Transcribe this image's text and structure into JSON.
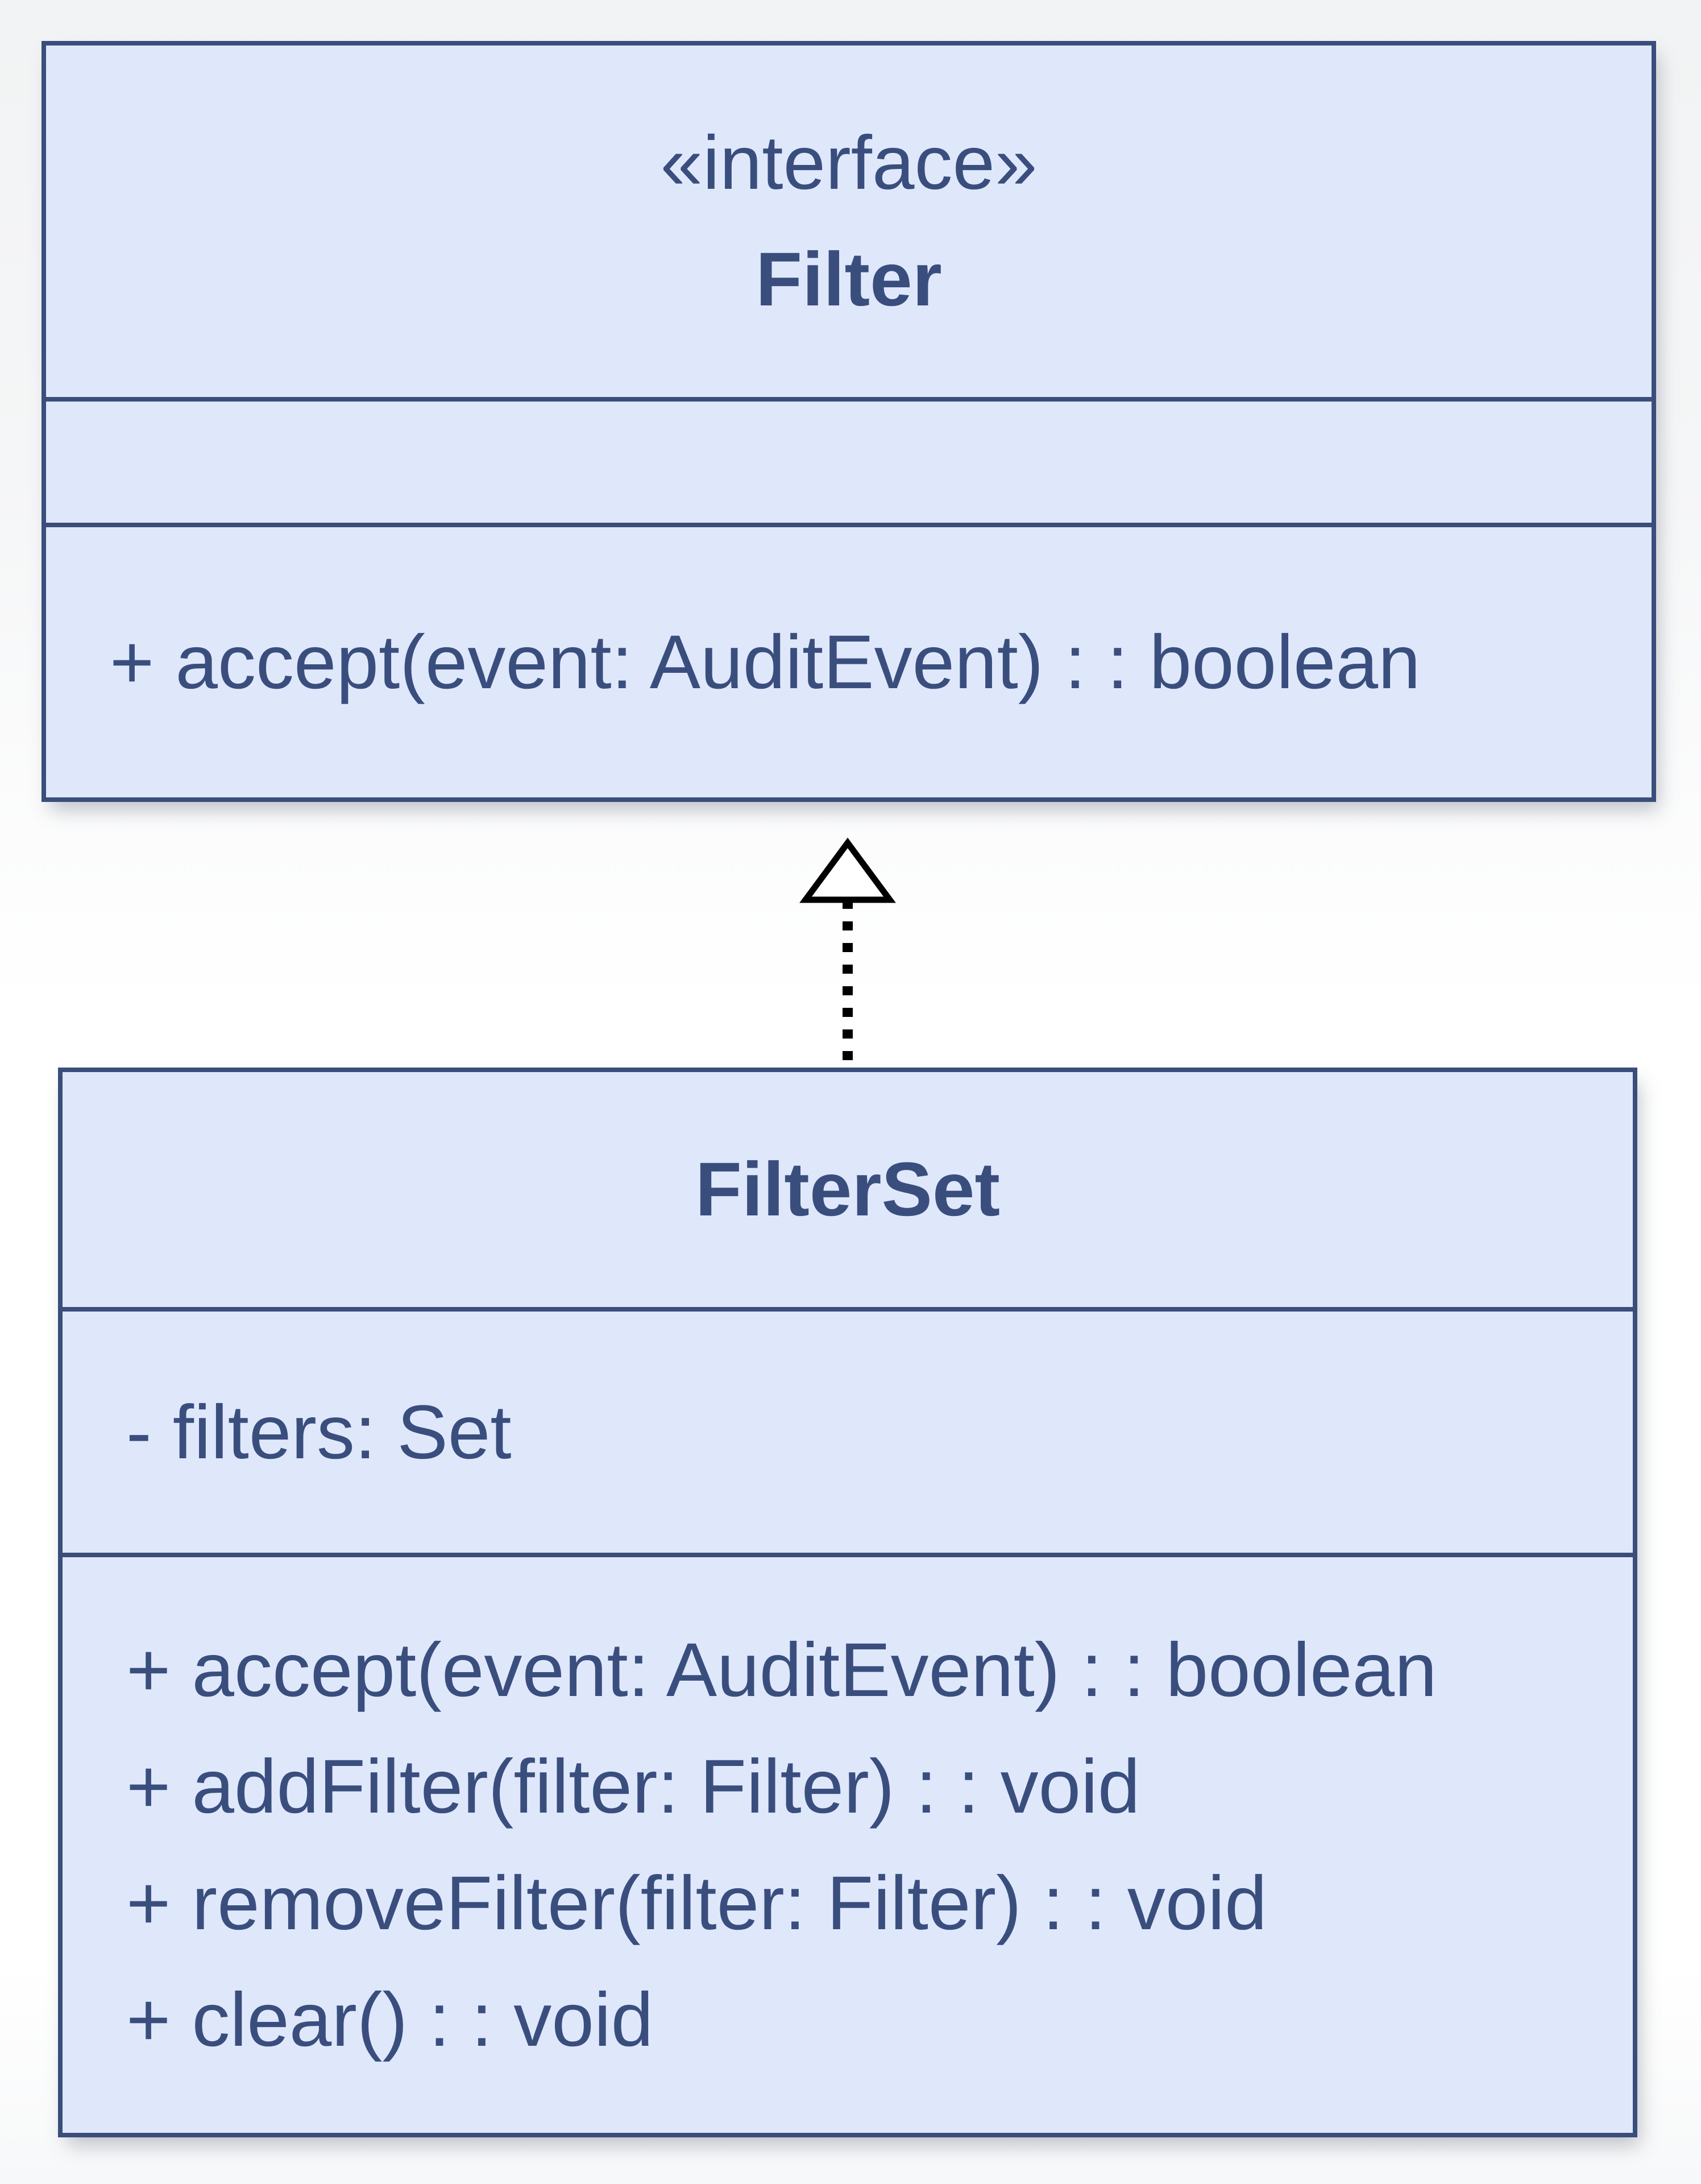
{
  "interface_class": {
    "stereotype": "«interface»",
    "name": "Filter",
    "attributes": [],
    "methods": [
      "+ accept(event: AuditEvent) : : boolean"
    ]
  },
  "child_class": {
    "name": "FilterSet",
    "attributes": [
      "- filters: Set"
    ],
    "methods": [
      "+ accept(event: AuditEvent) : : boolean",
      "+ addFilter(filter: Filter) : : void",
      "+ removeFilter(filter: Filter) : : void",
      "+ clear() : : void"
    ]
  },
  "relationship": {
    "type": "realization",
    "from": "FilterSet",
    "to": "Filter",
    "line_style": "dashed",
    "arrowhead": "hollow-triangle"
  },
  "colors": {
    "box_fill": "#dfe8fb",
    "box_border": "#3a4e7c",
    "text": "#3a4e7e",
    "arrow": "#000000",
    "page_background_top": "#f2f3f4",
    "page_background_middle": "#ffffff"
  }
}
